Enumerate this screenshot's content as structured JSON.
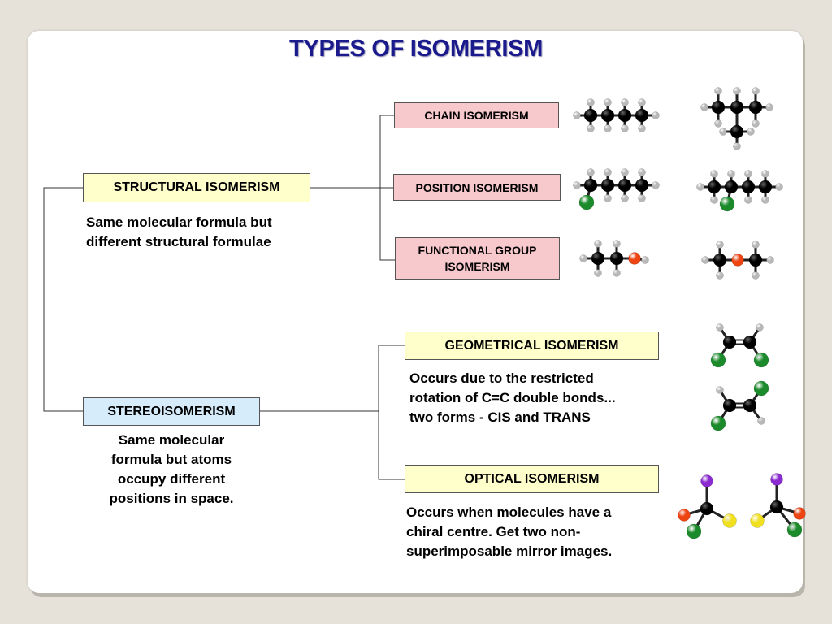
{
  "title": "TYPES OF ISOMERISM",
  "structural": {
    "label": "STRUCTURAL ISOMERISM",
    "description": [
      "Same molecular formula but",
      "different structural formulae"
    ],
    "types": {
      "chain": "CHAIN ISOMERISM",
      "position": "POSITION ISOMERISM",
      "functional": [
        "FUNCTIONAL GROUP",
        "ISOMERISM"
      ]
    }
  },
  "stereo": {
    "label": "STEREOISOMERISM",
    "description": [
      "Same molecular",
      "formula but atoms",
      "occupy different",
      "positions in space."
    ],
    "geometrical": {
      "label": "GEOMETRICAL ISOMERISM",
      "description": [
        "Occurs due to the restricted",
        "rotation of C=C double bonds...",
        "two forms - CIS and TRANS"
      ]
    },
    "optical": {
      "label": "OPTICAL ISOMERISM",
      "description": [
        "Occurs when molecules have a",
        "chiral centre.  Get two non-",
        "superimposable mirror images."
      ]
    }
  },
  "colors": {
    "title": "#1a1a8c",
    "carbon": "#000000",
    "hydrogen": "#b8b8b8",
    "chlorine": "#1a8a2a",
    "oxygen": "#ee4411",
    "iodine": "#8a2ad0",
    "sulfur": "#f0e020"
  }
}
